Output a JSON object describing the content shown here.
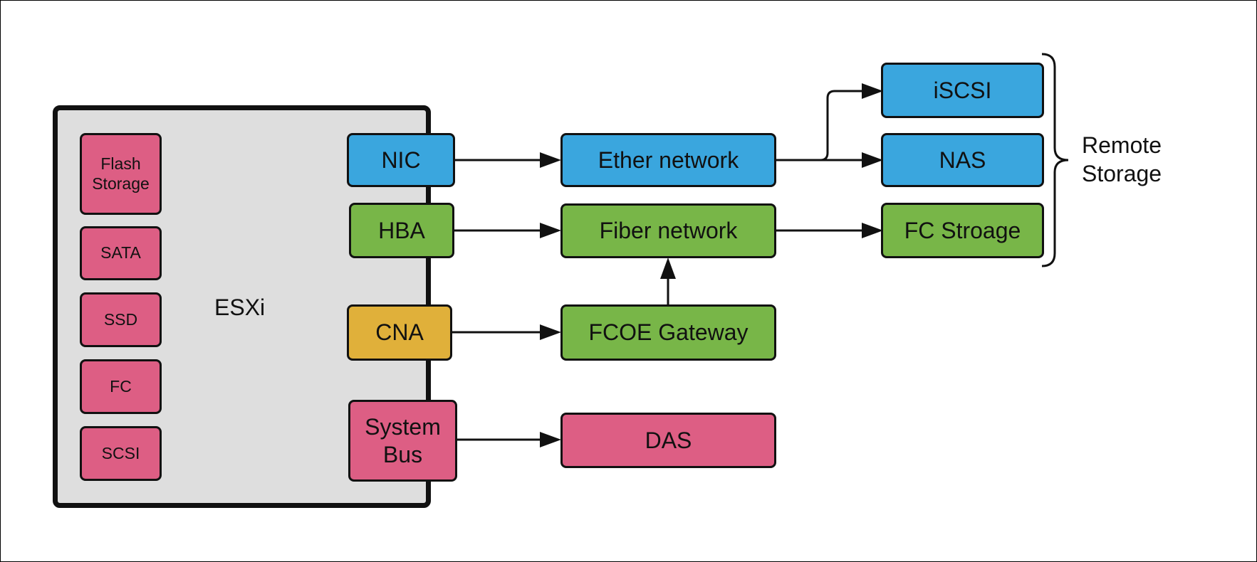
{
  "esxi": {
    "label": "ESXi",
    "local_storage": [
      "Flash\nStorage",
      "SATA",
      "SSD",
      "FC",
      "SCSI"
    ]
  },
  "adapters": {
    "nic": "NIC",
    "hba": "HBA",
    "cna": "CNA",
    "system_bus": "System\nBus"
  },
  "networks": {
    "ether": "Ether network",
    "fiber": "Fiber network",
    "fcoe": "FCOE Gateway",
    "das": "DAS"
  },
  "remote": {
    "iscsi": "iSCSI",
    "nas": "NAS",
    "fc_storage": "FC Stroage",
    "group_label": "Remote\nStorage"
  },
  "colors": {
    "pink": "#dd5e84",
    "blue": "#3aa6de",
    "green": "#78b648",
    "gold": "#e0b03a",
    "esxi_bg": "#dedede",
    "stroke": "#111111"
  }
}
